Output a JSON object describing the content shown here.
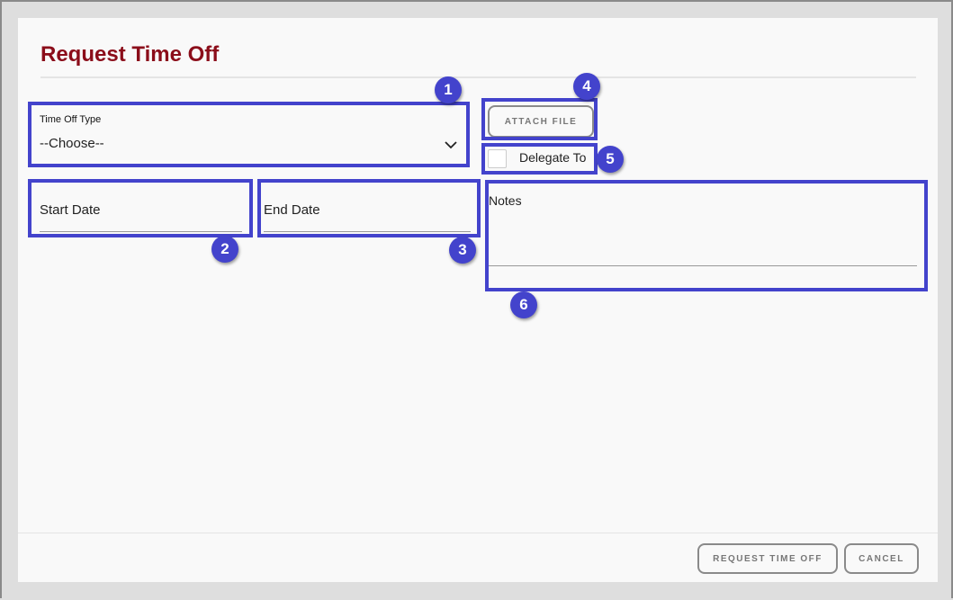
{
  "dialog": {
    "title": "Request Time Off"
  },
  "form": {
    "time_off_type": {
      "label": "Time Off Type",
      "value": "--Choose--"
    },
    "start_date": {
      "label": "Start Date"
    },
    "end_date": {
      "label": "End Date"
    },
    "attach_file": "ATTACH FILE",
    "delegate_to": {
      "label": "Delegate To",
      "checked": false
    },
    "notes": {
      "label": "Notes"
    }
  },
  "footer": {
    "request": "REQUEST TIME OFF",
    "cancel": "CANCEL"
  },
  "annotations": {
    "color": "#4343cc",
    "badges": [
      "1",
      "2",
      "3",
      "4",
      "5",
      "6"
    ]
  },
  "colors": {
    "title": "#8b0d1a"
  }
}
